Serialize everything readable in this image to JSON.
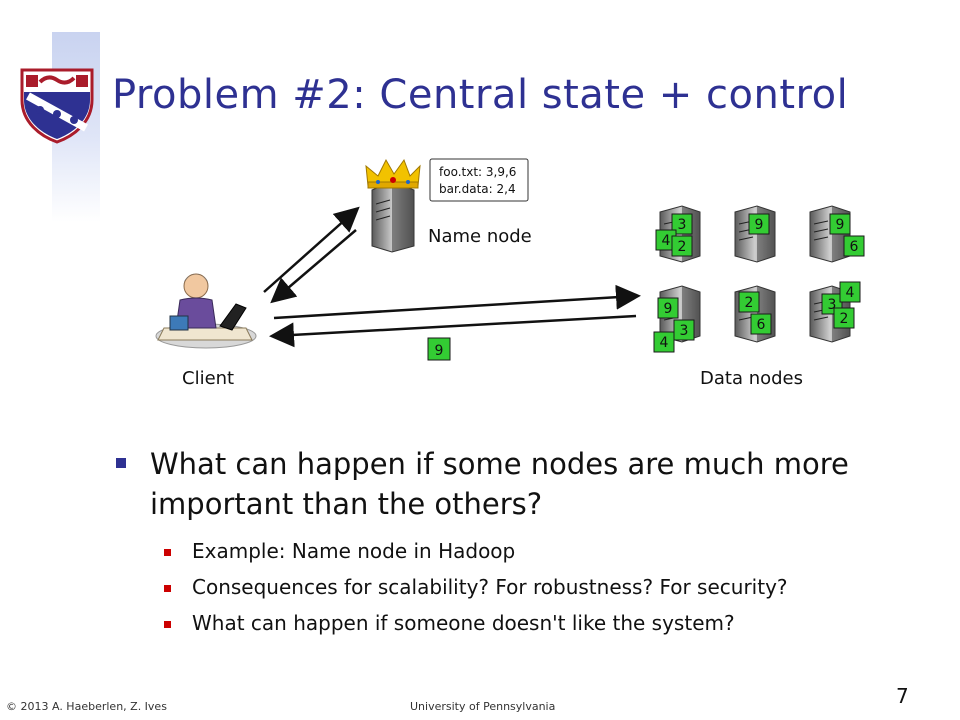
{
  "slide": {
    "title": "Problem #2: Central state + control",
    "page_number": "7",
    "footer_left": "© 2013 A. Haeberlen, Z. Ives",
    "footer_center": "University of Pennsylvania"
  },
  "diagram": {
    "name_node_label": "Name node",
    "client_label": "Client",
    "data_nodes_label": "Data nodes",
    "metadata_lines": [
      "foo.txt: 3,9,6",
      "bar.data: 2,4"
    ],
    "transfer_block": "9",
    "data_node_blocks": [
      [
        "3",
        "4",
        "2"
      ],
      [
        "9"
      ],
      [
        "9",
        "6"
      ],
      [
        "9",
        "3",
        "4"
      ],
      [
        "2",
        "6"
      ],
      [
        "3",
        "4",
        "2"
      ]
    ],
    "colors": {
      "block_fill": "#33cc33",
      "block_border": "#1a1a1a",
      "title_color": "#2e3192",
      "bullet_l1": "#2e3192",
      "bullet_l2": "#cc0000"
    },
    "icons": [
      "crown-icon",
      "server-icon",
      "user-at-laptop-icon",
      "penn-shield-icon"
    ]
  },
  "bullets": {
    "main": "What can happen if some nodes are much more important than the others?",
    "subs": [
      "Example: Name node in Hadoop",
      "Consequences for scalability? For robustness? For security?",
      "What can happen if someone doesn't like the system?"
    ]
  }
}
